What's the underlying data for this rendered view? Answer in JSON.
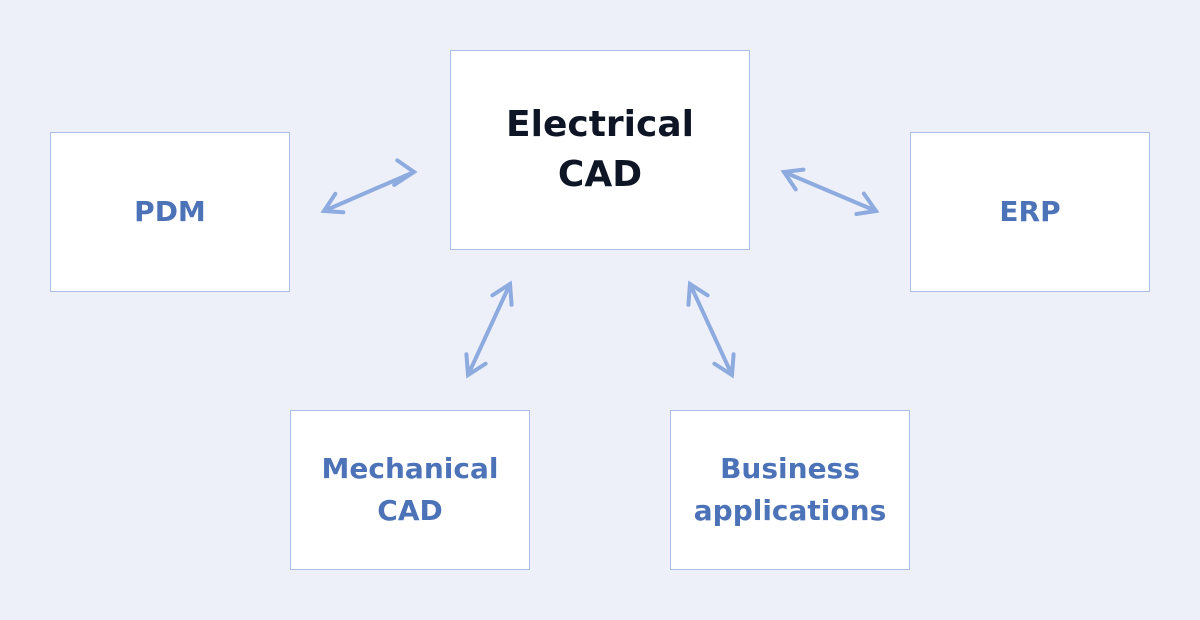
{
  "diagram": {
    "center": {
      "line1": "Electrical",
      "line2": "CAD"
    },
    "nodes": {
      "pdm": {
        "label": "PDM"
      },
      "erp": {
        "label": "ERP"
      },
      "mechanical_cad": {
        "line1": "Mechanical",
        "line2": "CAD"
      },
      "business_apps": {
        "line1": "Business",
        "line2": "applications"
      }
    },
    "connectors": [
      {
        "from": "Electrical CAD",
        "to": "PDM",
        "direction": "bidirectional"
      },
      {
        "from": "Electrical CAD",
        "to": "ERP",
        "direction": "bidirectional"
      },
      {
        "from": "Electrical CAD",
        "to": "Mechanical CAD",
        "direction": "bidirectional"
      },
      {
        "from": "Electrical CAD",
        "to": "Business applications",
        "direction": "bidirectional"
      }
    ],
    "colors": {
      "background": "#eef0f9",
      "box_fill": "#ffffff",
      "box_border": "#a9bee6",
      "center_text": "#0e1525",
      "node_text": "#4c72b7",
      "arrow": "#8dabdf"
    }
  }
}
